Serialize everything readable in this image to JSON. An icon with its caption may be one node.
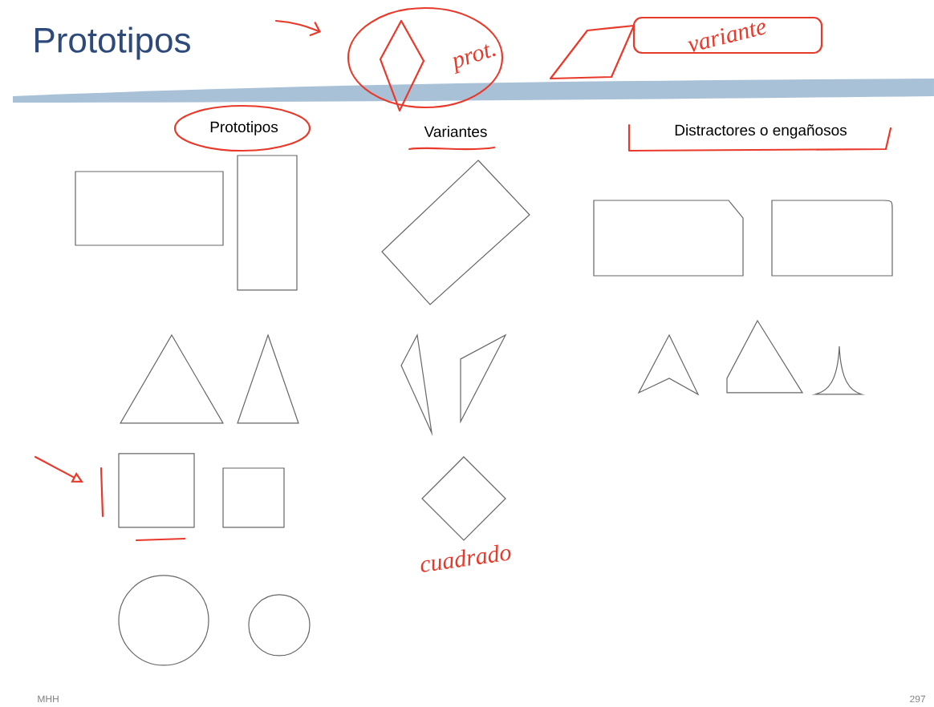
{
  "diagram": {
    "title": "Prototipos",
    "labels": [
      "prot.",
      "variante",
      "Prototipos",
      "Variantes",
      "Distractores o engañosos",
      "cuadrado",
      "MHH",
      "297"
    ]
  }
}
